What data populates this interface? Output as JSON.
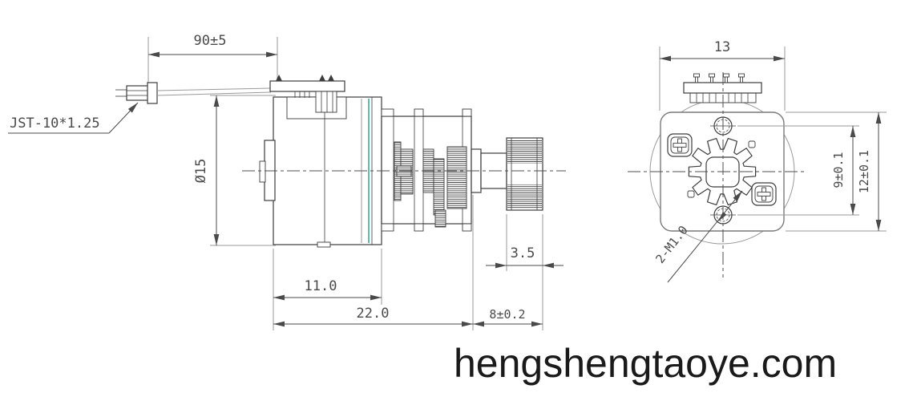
{
  "drawing": {
    "side_view": {
      "wire_length": "90±5",
      "connector": "JST-10*1.25",
      "diameter": "Ø15",
      "motor_length": "11.0",
      "overall_length": "22.0",
      "pinion_width": "3.5",
      "shaft_length": "8±0.2"
    },
    "front_view": {
      "width": "13",
      "hole_spacing": "9±0.1",
      "height": "12±0.1",
      "thread_callout": "2-M1.0"
    },
    "colors": {
      "line_dark": "#3c3c3c",
      "line_gray": "#9a9a9a",
      "accent_teal": "#2fa78d",
      "dim_text": "#4a4a4a",
      "watermark": "#1a1a1a"
    }
  },
  "watermark": {
    "text": "hengshengtaoye.com"
  }
}
